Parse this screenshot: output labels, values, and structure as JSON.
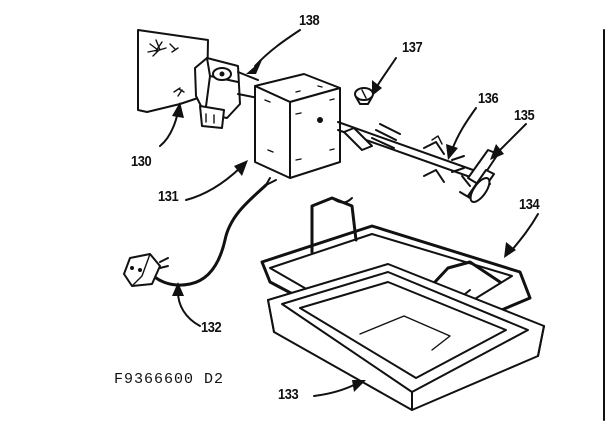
{
  "diagram": {
    "drawing_code": "F9366600 D2",
    "callouts": {
      "p130": "130",
      "p131": "131",
      "p132": "132",
      "p133": "133",
      "p134": "134",
      "p135": "135",
      "p136": "136",
      "p137": "137",
      "p138": "138"
    }
  }
}
